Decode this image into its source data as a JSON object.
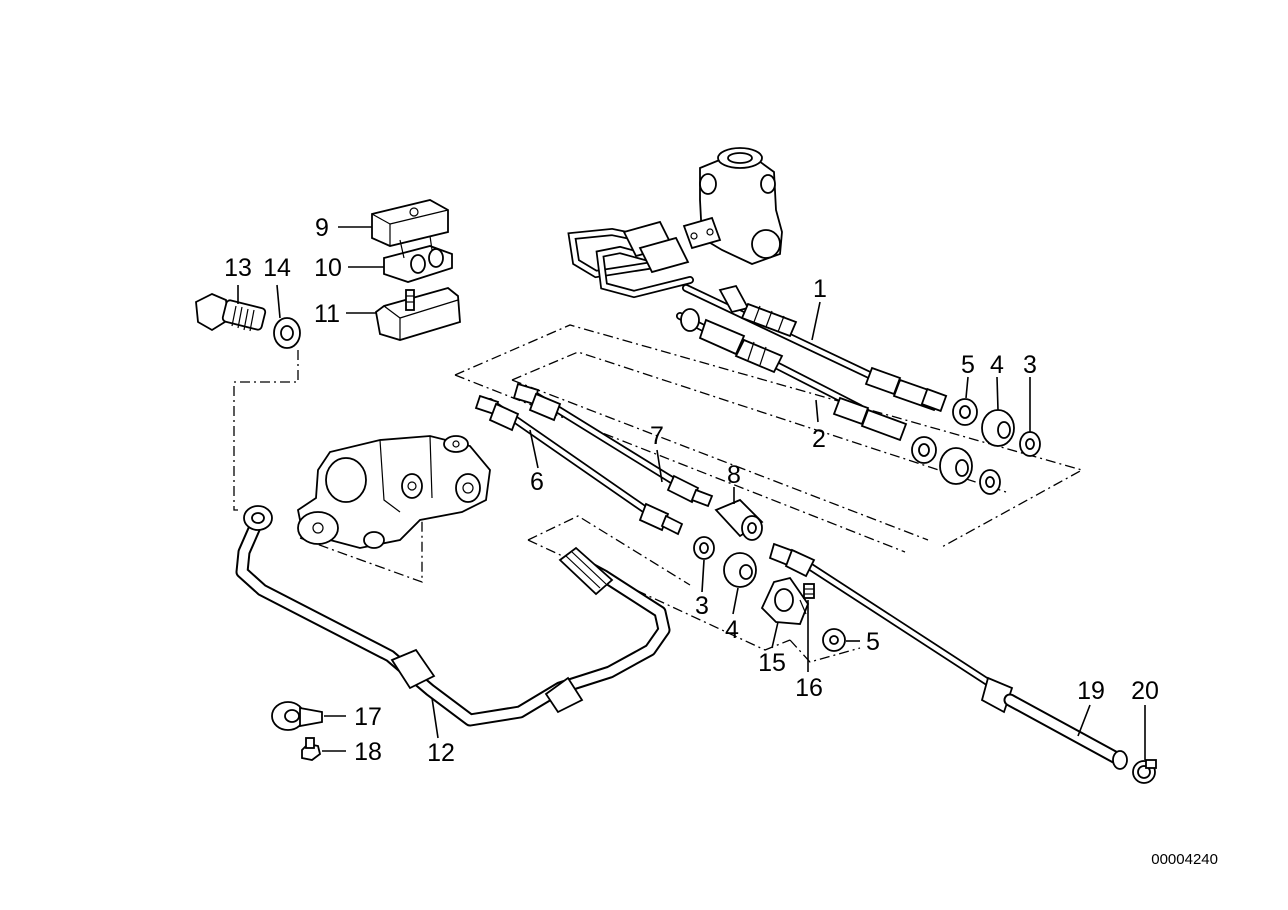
{
  "diagram": {
    "reference_number": "00004240",
    "callouts": [
      {
        "id": "c1",
        "text": "1"
      },
      {
        "id": "c2",
        "text": "2"
      },
      {
        "id": "c3a",
        "text": "3"
      },
      {
        "id": "c3b",
        "text": "3"
      },
      {
        "id": "c4a",
        "text": "4"
      },
      {
        "id": "c4b",
        "text": "4"
      },
      {
        "id": "c5a",
        "text": "5"
      },
      {
        "id": "c5b",
        "text": "5"
      },
      {
        "id": "c6",
        "text": "6"
      },
      {
        "id": "c7",
        "text": "7"
      },
      {
        "id": "c8",
        "text": "8"
      },
      {
        "id": "c9",
        "text": "9"
      },
      {
        "id": "c10",
        "text": "10"
      },
      {
        "id": "c11",
        "text": "11"
      },
      {
        "id": "c12",
        "text": "12"
      },
      {
        "id": "c13",
        "text": "13"
      },
      {
        "id": "c14",
        "text": "14"
      },
      {
        "id": "c15",
        "text": "15"
      },
      {
        "id": "c16",
        "text": "16"
      },
      {
        "id": "c17",
        "text": "17"
      },
      {
        "id": "c18",
        "text": "18"
      },
      {
        "id": "c19",
        "text": "19"
      },
      {
        "id": "c20",
        "text": "20"
      }
    ]
  }
}
